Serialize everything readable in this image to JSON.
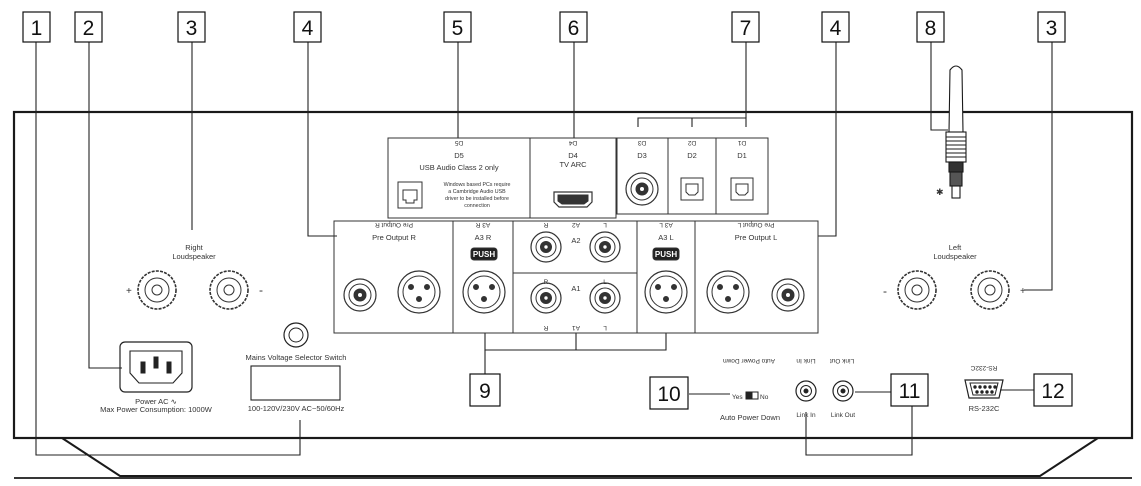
{
  "callouts": [
    "1",
    "2",
    "3",
    "4",
    "5",
    "6",
    "7",
    "4",
    "8",
    "3",
    "9",
    "10",
    "11",
    "12"
  ],
  "digital": {
    "d5": {
      "top": "D5",
      "name": "D5",
      "line1": "USB Audio Class 2 only",
      "note1": "Windows based PCs require",
      "note2": "a Cambridge Audio USB",
      "note3": "driver to be installed before",
      "note4": "connection"
    },
    "d4": {
      "top": "D4",
      "name": "D4",
      "sub": "TV ARC"
    },
    "d3": {
      "top": "D3",
      "name": "D3"
    },
    "d2": {
      "top": "D2",
      "name": "D2"
    },
    "d1": {
      "top": "D1",
      "name": "D1"
    }
  },
  "analog": {
    "pre_r_top": "Pre Output R",
    "pre_r": "Pre Output R",
    "a3r_top": "A3 R",
    "a3r": "A3 R",
    "a2_r": "R",
    "a2_mid": "A2",
    "a2_l": "L",
    "a2": "A2",
    "r": "R",
    "l": "L",
    "a1": "A1",
    "a1_bottom_r": "R",
    "a1_bottom_mid": "A1",
    "a1_bottom_l": "L",
    "a3l_top": "A3 L",
    "a3l": "A3 L",
    "pre_l_top": "Pre Output L",
    "pre_l": "Pre Output L",
    "push": "PUSH"
  },
  "speakers": {
    "right_1": "Right",
    "right_2": "Loudspeaker",
    "left_1": "Left",
    "left_2": "Loudspeaker",
    "plus": "+",
    "minus": "-"
  },
  "power": {
    "label": "Power AC ∿",
    "consumption": "Max Power Consumption: 1000W",
    "selector": "Mains Voltage Selector Switch",
    "voltage": "100-120V/230V AC~50/60Hz"
  },
  "apd": {
    "top": "Auto Power Down",
    "yes": "Yes",
    "no": "No",
    "bottom": "Auto Power Down"
  },
  "link": {
    "in_top": "Link In",
    "out_top": "Link Out",
    "in": "Link In",
    "out": "Link Out"
  },
  "rs232": {
    "top": "RS-232C",
    "bottom": "RS-232C"
  }
}
